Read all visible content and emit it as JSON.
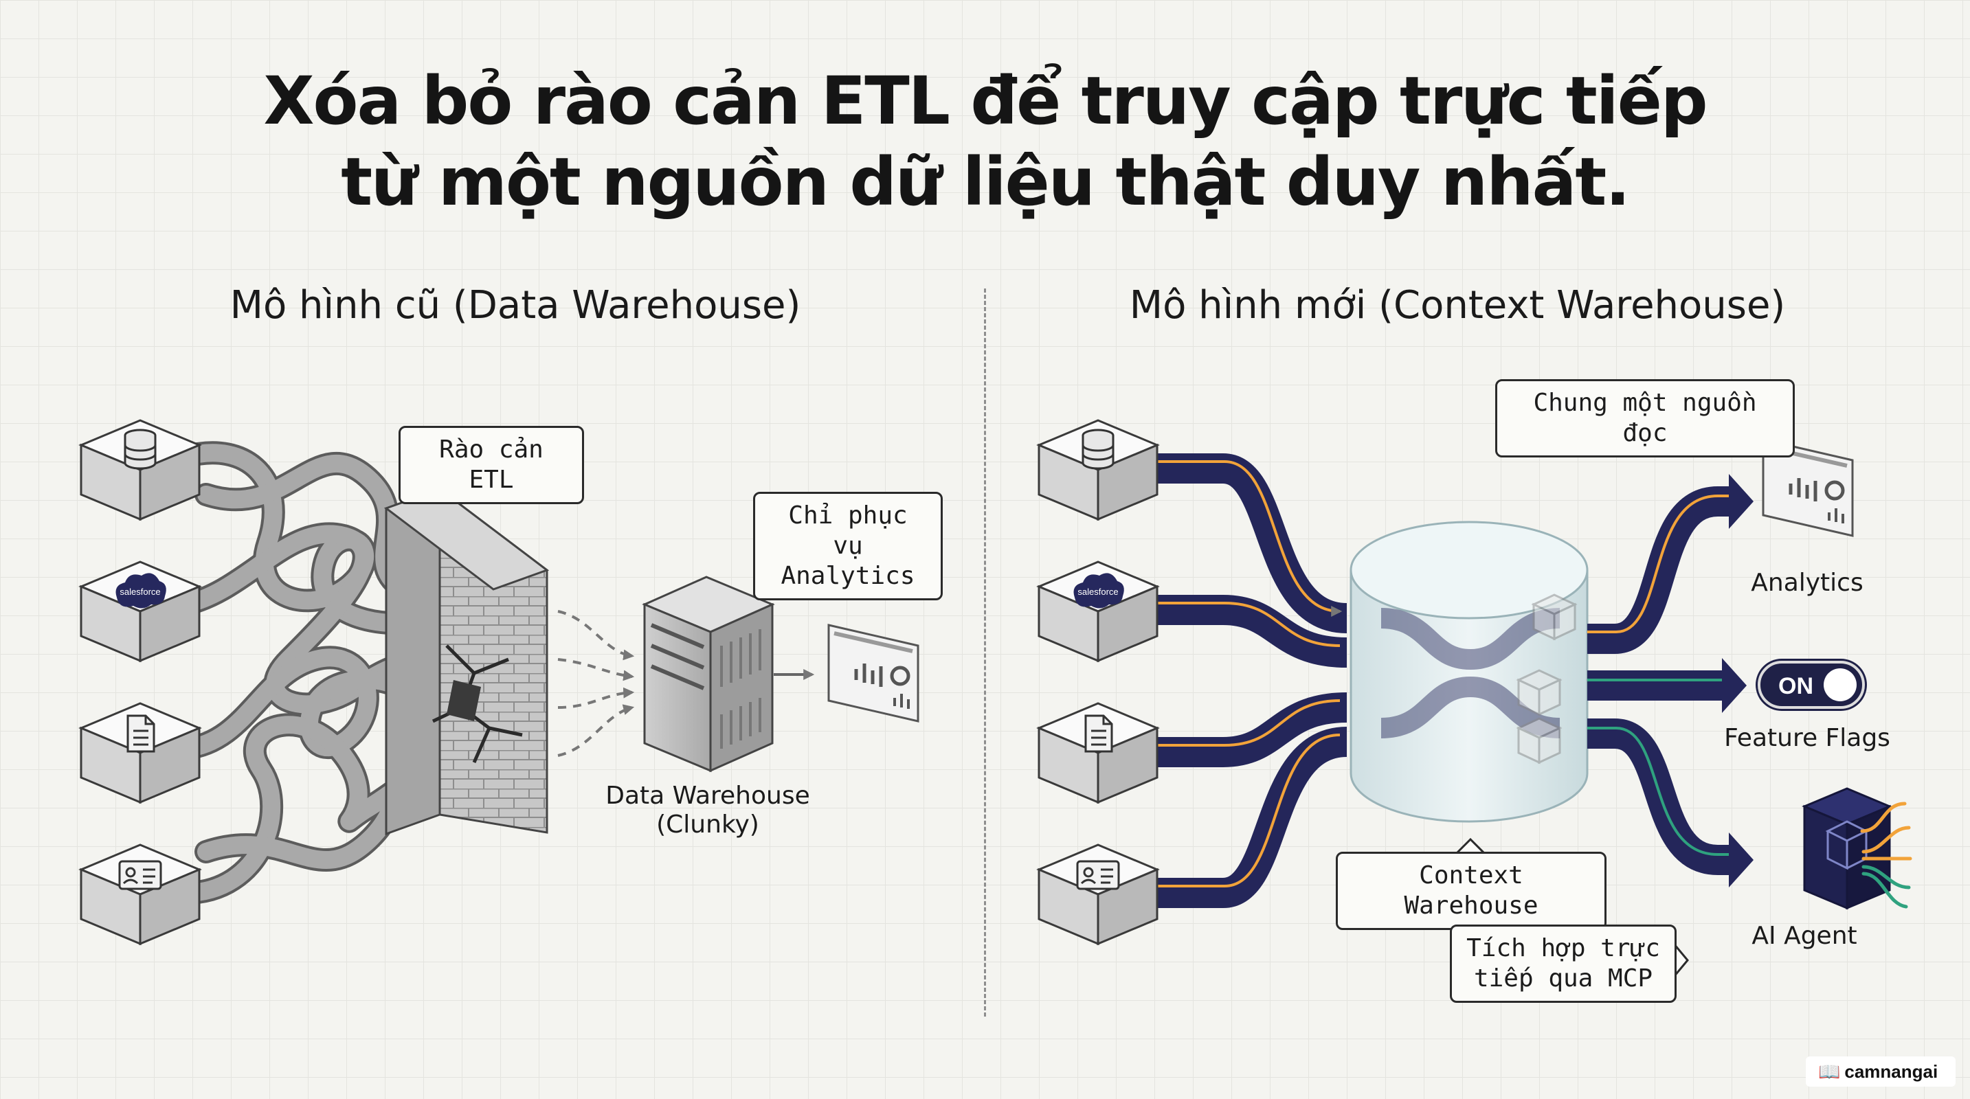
{
  "title": {
    "line1": "Xóa bỏ rào cản ETL để truy cập trực tiếp",
    "line2": "từ một nguồn dữ liệu thật duy nhất."
  },
  "left": {
    "heading": "Mô hình cũ (Data Warehouse)",
    "etl_callout": "Rào cản ETL",
    "analytics_callout": "Chỉ phục vụ\nAnalytics",
    "warehouse_label": "Data Warehouse\n(Clunky)",
    "sources": [
      "database-icon",
      "salesforce-icon",
      "document-icon",
      "id-card-icon"
    ]
  },
  "right": {
    "heading": "Mô hình mới (Context Warehouse)",
    "shared_callout": "Chung một nguồn đọc",
    "warehouse_callout": "Context Warehouse",
    "mcp_callout": "Tích hợp trực\ntiếp qua MCP",
    "outputs": {
      "analytics": "Analytics",
      "feature_flags": "Feature Flags",
      "toggle_text": "ON",
      "ai_agent": "AI Agent"
    },
    "sources": [
      "database-icon",
      "salesforce-icon",
      "document-icon",
      "id-card-icon"
    ]
  },
  "salesforce_text": "salesforce",
  "watermark": "camnangai",
  "colors": {
    "pipe_navy": "#24265a",
    "pipe_orange": "#f2a33a",
    "pipe_green": "#2fa27f",
    "rope_gray": "#8f8f8f",
    "brick": "#bdbdbd",
    "cylinder": "#dbe8ea"
  }
}
